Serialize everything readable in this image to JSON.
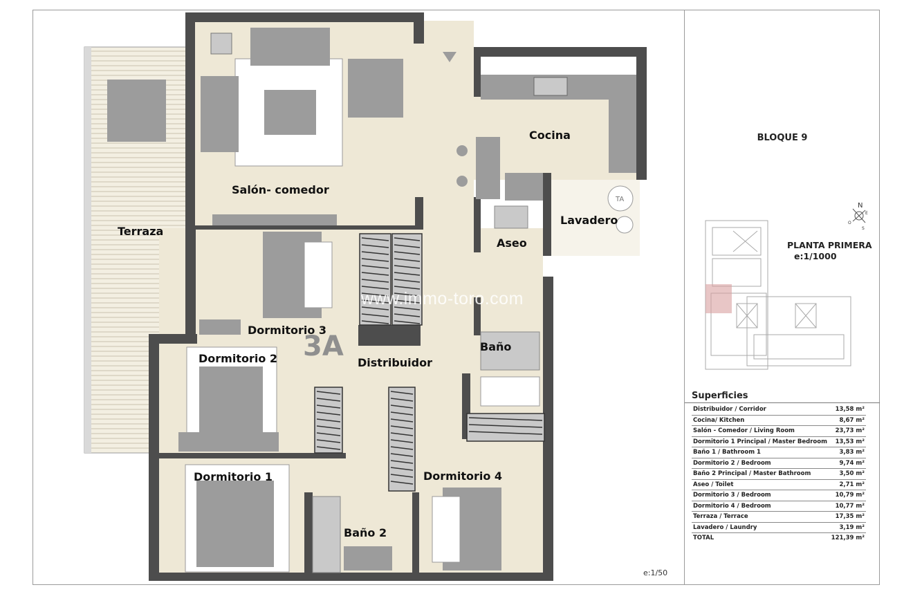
{
  "colors": {
    "floor": "#eee8d6",
    "wall": "#4d4d4d",
    "furniture": "#9c9c9c",
    "furniture_light": "#c9c9c9",
    "terrace": "#f3efe2",
    "highlight": "#d9a0a0"
  },
  "plan": {
    "unit_label": "3A",
    "watermark": "www.immo-toro.com",
    "scale": "e:1/50",
    "rooms": {
      "salon": "Salón- comedor",
      "cocina": "Cocina",
      "terraza": "Terraza",
      "lavadero": "Lavadero",
      "aseo": "Aseo",
      "dormitorio3": "Dormitorio 3",
      "dormitorio2": "Dormitorio 2",
      "distribuidor": "Distribuidor",
      "bano": "Baño",
      "dormitorio1": "Dormitorio 1",
      "bano2": "Baño 2",
      "dormitorio4": "Dormitorio 4"
    },
    "appliance_label": "TA"
  },
  "panel": {
    "title": "BLOQUE 9",
    "plan_title": "PLANTA PRIMERA",
    "plan_scale": "e:1/1000",
    "compass": {
      "n": "N",
      "e": "E",
      "o": "O",
      "s": "S"
    },
    "surfaces_title": "Superficies",
    "surfaces": [
      {
        "label": "Distribuidor / Corridor",
        "value": "13,58 m²"
      },
      {
        "label": "Cocina/ Kitchen",
        "value": "8,67 m²"
      },
      {
        "label": "Salón - Comedor / Living Room",
        "value": "23,73 m²"
      },
      {
        "label": "Dormitorio 1 Principal / Master Bedroom",
        "value": "13,53 m²"
      },
      {
        "label": "Baño 1 / Bathroom 1",
        "value": "3,83 m²"
      },
      {
        "label": "Dormitorio 2 / Bedroom",
        "value": "9,74 m²"
      },
      {
        "label": "Baño 2 Principal / Master Bathroom",
        "value": "3,50 m²"
      },
      {
        "label": "Aseo / Toilet",
        "value": "2,71 m²"
      },
      {
        "label": "Dormitorio 3 / Bedroom",
        "value": "10,79 m²"
      },
      {
        "label": "Dormitorio 4 / Bedroom",
        "value": "10,77 m²"
      },
      {
        "label": "Terraza / Terrace",
        "value": "17,35 m²"
      },
      {
        "label": "Lavadero / Laundry",
        "value": "3,19 m²"
      },
      {
        "label": "TOTAL",
        "value": "121,39 m²"
      }
    ]
  }
}
